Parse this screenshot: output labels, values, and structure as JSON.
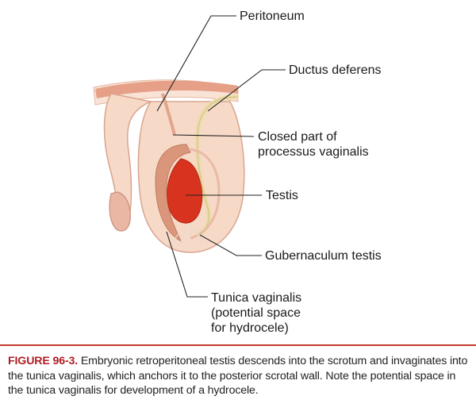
{
  "labels": {
    "peritoneum": "Peritoneum",
    "ductus_deferens": "Ductus deferens",
    "closed_part_line1": "Closed part of",
    "closed_part_line2": "processus vaginalis",
    "testis": "Testis",
    "gubernaculum": "Gubernaculum testis",
    "tunica_line1": "Tunica vaginalis",
    "tunica_line2": "(potential space",
    "tunica_line3": "for hydrocele)"
  },
  "caption": {
    "figure_number": "FIGURE 96-3.",
    "text": " Embryonic retroperitoneal testis descends into the scrotum and invaginates into the tunica vaginalis, which anchors it to the posterior scrotal wall. Note the potential space in the tunica vaginalis for development of a hydrocele."
  },
  "colors": {
    "skin": "#f7d9c8",
    "skin_outline": "#d9a58f",
    "peritoneum_band": "#e7a48c",
    "tunica": "#d9967a",
    "testis": "#d8331f",
    "ductus": "#ecdcaa",
    "fig_number": "#b01e23",
    "divider": "#c03a2b"
  }
}
